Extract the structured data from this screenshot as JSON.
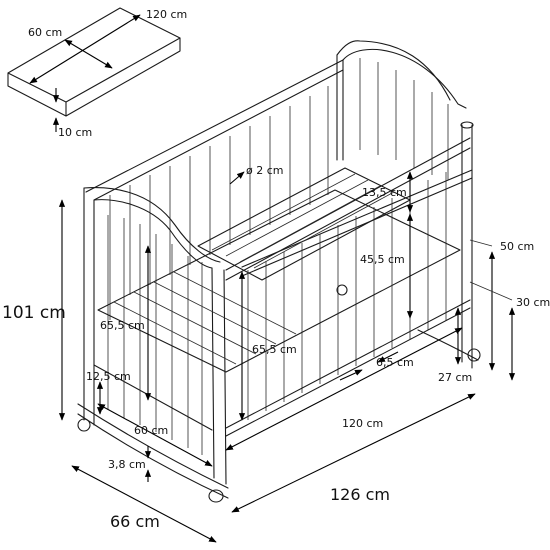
{
  "mattress": {
    "length": "120 cm",
    "width": "60 cm",
    "thickness": "10 cm"
  },
  "crib": {
    "total_height": "101 cm",
    "total_length": "126 cm",
    "total_width": "66 cm",
    "slat_diameter": "ø 2 cm",
    "top_rail_gap": "13,5 cm",
    "upper_base_height": "45,5 cm",
    "side_slat_height": "65,5 cm",
    "end_slat_height": "65,5 cm",
    "base_length": "120 cm",
    "base_width": "60 cm",
    "end_bottom_gap": "12,5 cm",
    "slat_spacing": "6,5 cm",
    "rocker_thickness": "3,8 cm",
    "upper_level_height": "50 cm",
    "lower_level_height": "30 cm",
    "wheel_clearance": "27 cm"
  }
}
